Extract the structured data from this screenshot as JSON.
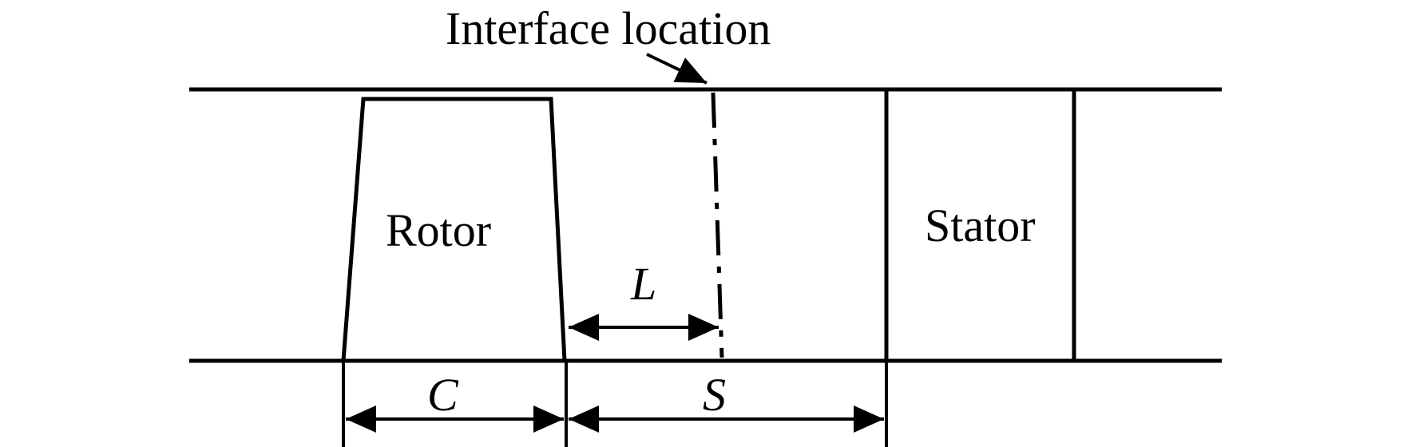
{
  "labels": {
    "interface_location": "Interface location",
    "rotor": "Rotor",
    "stator": "Stator",
    "dim_L": "L",
    "dim_C": "C",
    "dim_S": "S"
  },
  "colors": {
    "line": "#000000",
    "background": "#ffffff"
  }
}
